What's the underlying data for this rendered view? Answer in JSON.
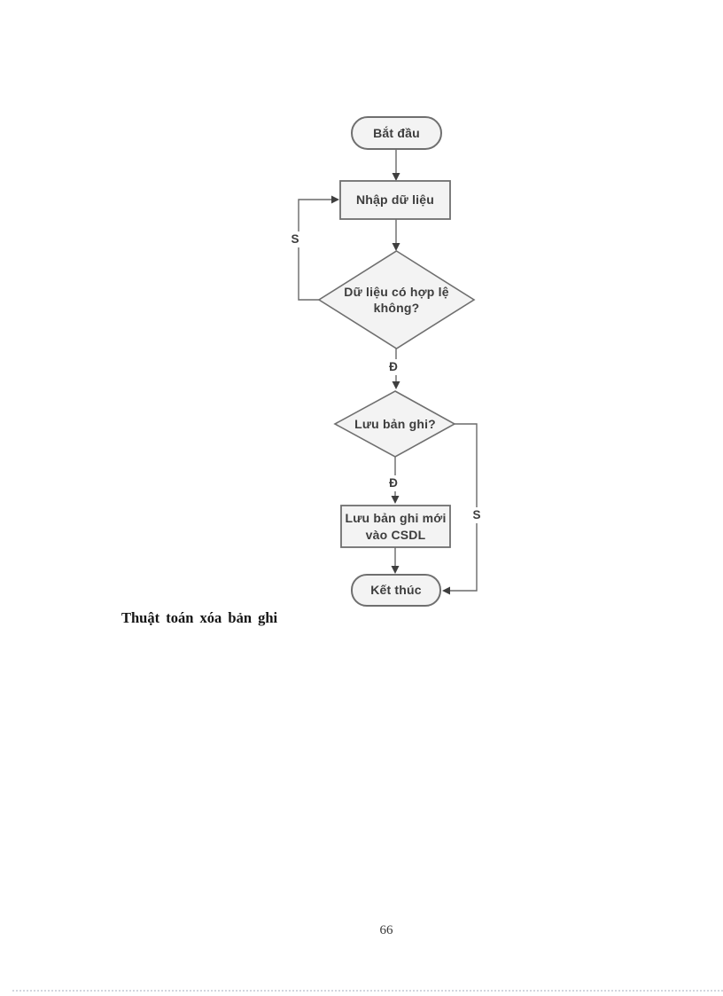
{
  "page": {
    "caption": "Thuật toán xóa bản ghi",
    "number": "66"
  },
  "colors": {
    "shape_fill": "#f3f3f3",
    "shape_stroke": "#6f6f6f",
    "line": "#6a6a6a",
    "arrow": "#3f3f3f",
    "node_text": "#3d3d3d"
  },
  "flowchart": {
    "nodes": [
      {
        "id": "start",
        "type": "terminator",
        "label": "Bắt đầu"
      },
      {
        "id": "input",
        "type": "process",
        "label": "Nhập dữ liệu"
      },
      {
        "id": "validate",
        "type": "decision",
        "label": "Dữ liệu có hợp lệ\nkhông?"
      },
      {
        "id": "save-q",
        "type": "decision",
        "label": "Lưu bản ghi?"
      },
      {
        "id": "save",
        "type": "process",
        "label": "Lưu bản ghi mới\nvào CSDL"
      },
      {
        "id": "end",
        "type": "terminator",
        "label": "Kết thúc"
      }
    ],
    "edges": [
      {
        "from": "validate",
        "to": "save-q",
        "label": "Đ"
      },
      {
        "from": "save-q",
        "to": "save",
        "label": "Đ"
      },
      {
        "from": "validate",
        "to": "input",
        "label": "S"
      },
      {
        "from": "save-q",
        "to": "end",
        "label": "S"
      }
    ]
  }
}
